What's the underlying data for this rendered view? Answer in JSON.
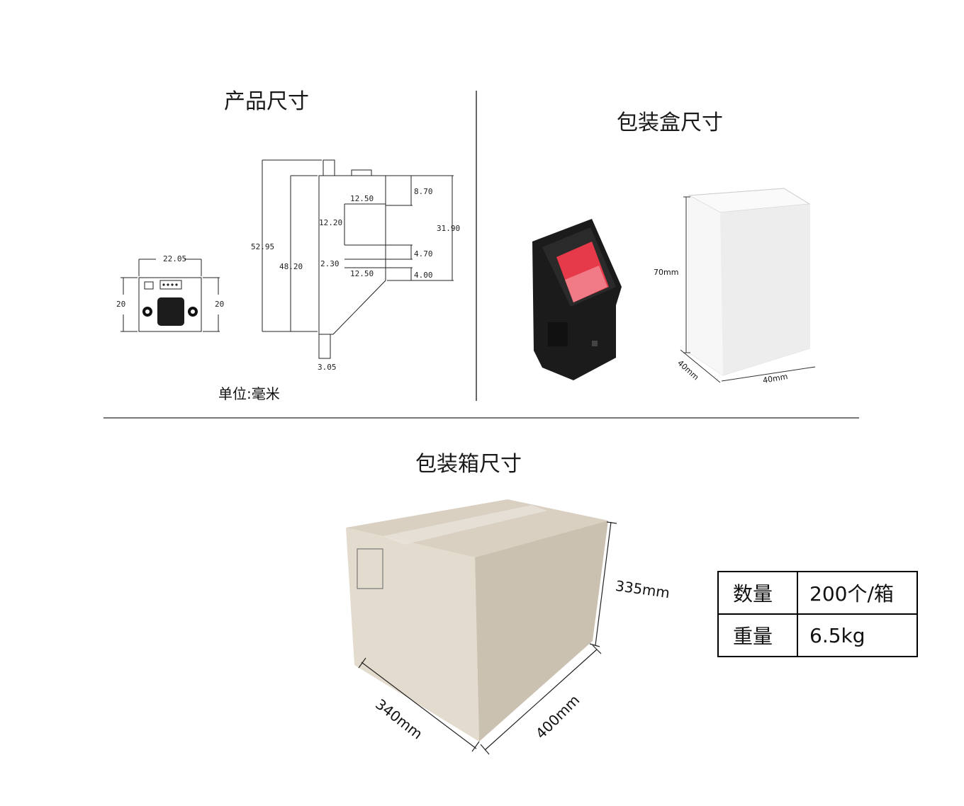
{
  "product_section": {
    "title": "产品尺寸",
    "unit_note": "单位:毫米",
    "front_view": {
      "width": "22.05",
      "height_left": "20",
      "height_right": "20"
    },
    "side_view": {
      "overall_height": "52.95",
      "body_height": "48.20",
      "top_offset": "8.70",
      "window_height": "12.20",
      "window_width_top": "12.50",
      "depth": "31.90",
      "gap_mid": "4.70",
      "small_step": "2.30",
      "window_width_bottom": "12.50",
      "gap_bottom": "4.00",
      "tab_width": "3.05"
    }
  },
  "box_section": {
    "title": "包装盒尺寸",
    "height_label": "70mm",
    "depth_label": "40mm",
    "width_label": "40mm"
  },
  "carton_section": {
    "title": "包装箱尺寸",
    "height_label": "335mm",
    "width_label": "340mm",
    "depth_label": "400mm"
  },
  "spec_table": [
    {
      "key": "数量",
      "value": "200个/箱"
    },
    {
      "key": "重量",
      "value": "6.5kg"
    }
  ],
  "colors": {
    "carton": "#cfc5b5",
    "carton_side": "#e3dbcd",
    "scanner_red": "#e63a4a",
    "scanner_body": "#1b1b1b"
  }
}
